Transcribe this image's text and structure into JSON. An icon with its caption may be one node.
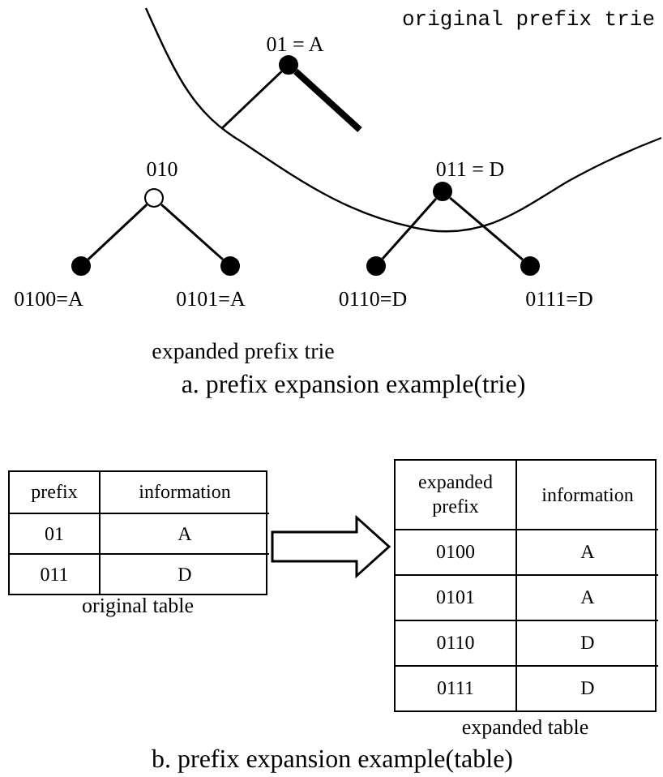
{
  "diagram": {
    "nodes": [
      {
        "text": [],
        "shape": "circle",
        "beside": [
          "01 = A"
        ]
      },
      {
        "text": [],
        "shape": "circle",
        "beside": [
          "010"
        ]
      },
      {
        "text": [],
        "shape": "circle",
        "beside": [
          "011 = D"
        ]
      },
      {
        "text": [],
        "shape": "circle",
        "beside": [
          "0100=A"
        ]
      },
      {
        "text": [],
        "shape": "circle",
        "beside": [
          "0101=A"
        ]
      },
      {
        "text": [],
        "shape": "circle",
        "beside": [
          "0110=D"
        ]
      },
      {
        "text": [],
        "shape": "circle",
        "beside": [
          "0111=D"
        ]
      },
      {
        "text": [
          "prefix",
          "information",
          "01",
          "A",
          "011",
          "D"
        ],
        "beside": [
          "original table"
        ]
      },
      {
        "text": [
          "expanded prefix",
          "information",
          "0100",
          "A",
          "0101",
          "A",
          "0110",
          "D",
          "0111",
          "D"
        ],
        "beside": [
          "expanded table"
        ]
      }
    ],
    "edges": [
      {
        "from": 0,
        "to": null,
        "arrow": "none"
      },
      {
        "from": 0,
        "to": null,
        "arrow": "none",
        "style": "thick"
      },
      {
        "from": 1,
        "to": 3,
        "arrow": "none"
      },
      {
        "from": 1,
        "to": 4,
        "arrow": "none"
      },
      {
        "from": 2,
        "to": 5,
        "arrow": "none"
      },
      {
        "from": 2,
        "to": 6,
        "arrow": "none"
      },
      {
        "from": 7,
        "to": 8,
        "arrow": "to"
      }
    ],
    "labels": [
      "original prefix trie",
      "expanded prefix trie",
      "a. prefix expansion example(trie)",
      "b. prefix expansion example(table)"
    ]
  }
}
